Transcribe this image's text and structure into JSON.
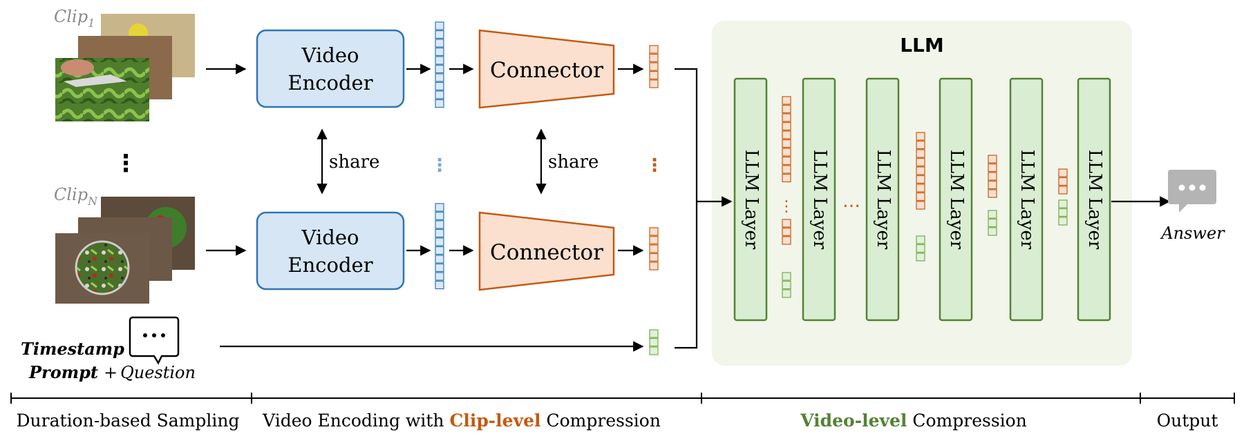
{
  "clips": {
    "first": {
      "label": "Clip",
      "sub": "1"
    },
    "last": {
      "label": "Clip",
      "sub": "N"
    },
    "vdots": "⋮"
  },
  "encoder": {
    "line1": "Video",
    "line2": "Encoder"
  },
  "connector": {
    "label": "Connector"
  },
  "share_label": "share",
  "prompt": {
    "line1": "Timestamp",
    "line2_bold": "Prompt",
    "plus": "+",
    "question": "Question"
  },
  "llm": {
    "title": "LLM",
    "layer_label": "LLM Layer",
    "ellipsis_between": "…",
    "token_vdots": "⋮",
    "layer_count_shown": 6
  },
  "output": {
    "answer": "Answer"
  },
  "stages": [
    {
      "label": "Duration-based Sampling"
    },
    {
      "prefix": "Video Encoding with ",
      "highlight": "Clip-level",
      "suffix": " Compression"
    },
    {
      "highlight": "Video-level",
      "suffix": " Compression"
    },
    {
      "label": "Output"
    }
  ],
  "colors": {
    "encoder_fill": "#d6e6f5",
    "encoder_stroke": "#2e75b6",
    "connector_fill": "#fbe0cf",
    "connector_stroke": "#c55a11",
    "llm_panel": "#f1f5ea",
    "layer_fill": "#d9edd2",
    "layer_stroke": "#548235",
    "clip_level": "#c55a11",
    "video_level": "#548235",
    "visual_token": "#2e75b6",
    "text_token": "#70ad47",
    "answer_icon": "#b4b4b4"
  }
}
